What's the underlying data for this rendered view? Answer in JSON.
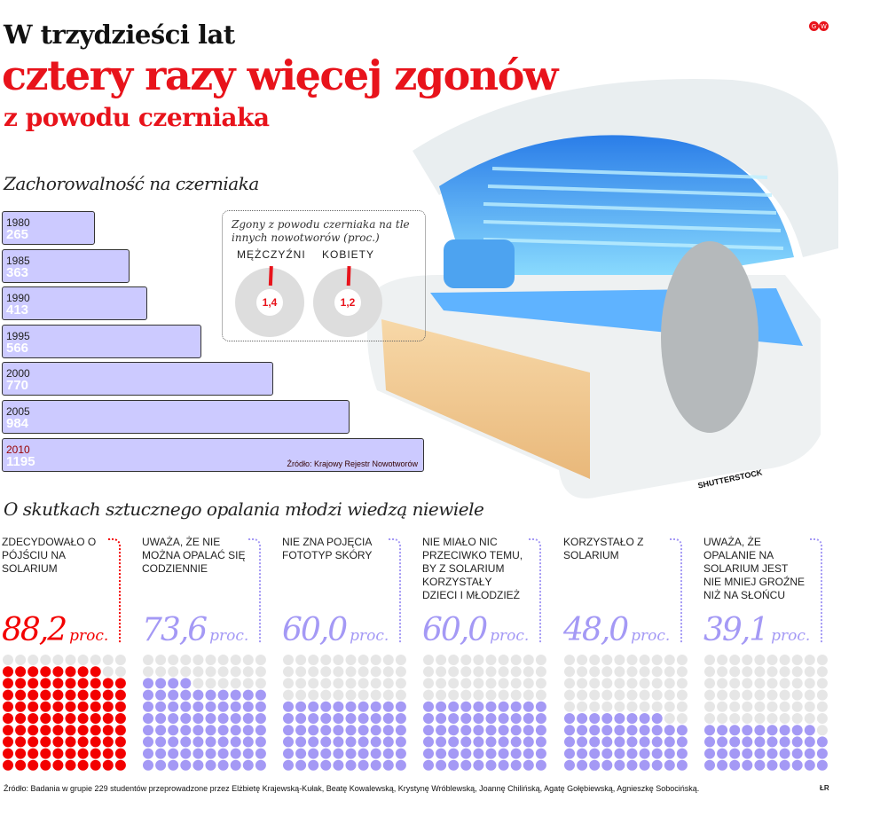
{
  "header": {
    "line1": "W trzydzieści lat",
    "line2": "cztery razy więcej zgonów",
    "line3": "z powodu czerniaka",
    "logo": "GW"
  },
  "colors": {
    "red": "#e8131b",
    "violet": "#a499f5",
    "lavender": "#cccaff",
    "grey_dot": "#e6e6e6"
  },
  "chart_data": [
    {
      "type": "bar",
      "orientation": "horizontal",
      "title": "Zachorowalność na czerniaka",
      "categories": [
        "1980",
        "1985",
        "1990",
        "1995",
        "2000",
        "2005",
        "2010"
      ],
      "values": [
        265,
        363,
        413,
        566,
        770,
        984,
        1195
      ],
      "highlight": "2010",
      "source": "Źródło: Krajowy Rejestr Nowotworów",
      "grid": false
    },
    {
      "type": "pie",
      "title": "Zgony z powodu czerniaka na tle innych nowotworów (proc.)",
      "categories": [
        "MĘŻCZYŹNI",
        "KOBIETY"
      ],
      "values": [
        1.4,
        1.2
      ],
      "value_labels": [
        "1,4",
        "1,2"
      ]
    },
    {
      "type": "dot-matrix",
      "title": "O skutkach sztucznego opalania młodzi wiedzą niewiele",
      "unit": "proc.",
      "grid": "10x10",
      "items": [
        {
          "text": "Zdecydowało o pójściu na solarium",
          "value": 88.2,
          "label": "88,2",
          "color": "#f30000"
        },
        {
          "text": "Uważa, że nie można opalać się codziennie",
          "value": 73.6,
          "label": "73,6",
          "color": "#a499f5"
        },
        {
          "text": "Nie zna pojęcia fototyp skóry",
          "value": 60.0,
          "label": "60,0",
          "color": "#a499f5"
        },
        {
          "text": "Nie miało nic przeciwko temu, by z solarium korzystały dzieci i młodzież",
          "value": 60.0,
          "label": "60,0",
          "color": "#a499f5"
        },
        {
          "text": "Korzystało z solarium",
          "value": 48.0,
          "label": "48,0",
          "color": "#a499f5"
        },
        {
          "text": "Uważa, że opalanie na solarium jest nie mniej groźne niż na słońcu",
          "value": 39.1,
          "label": "39,1",
          "color": "#a499f5"
        }
      ],
      "source": "Źródło: Badania w grupie 229 studentów przeprowadzone przez Elżbietę Krajewską-Kułak, Beatę Kowalewską, Krystynę Wróblewską, Joannę Chilińską, Agatę Gołębiewską, Agnieszkę Sobocińską."
    }
  ],
  "photo_credit": "SHUTTERSTOCK",
  "author": "ŁR"
}
